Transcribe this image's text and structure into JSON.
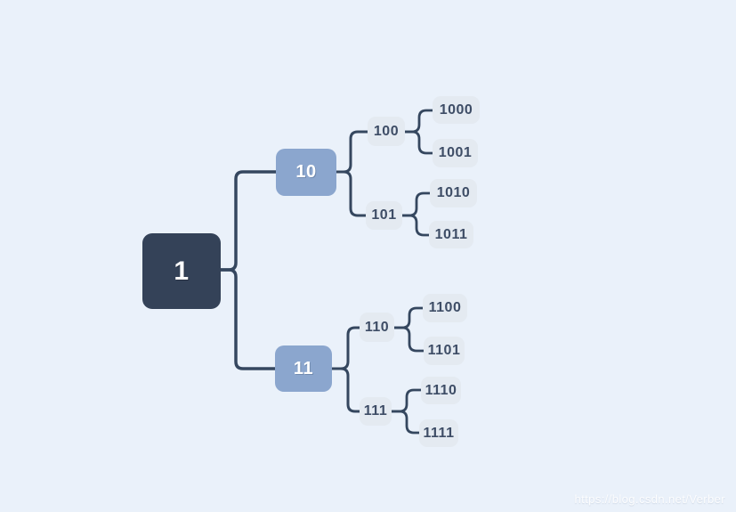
{
  "tree": {
    "label": "1",
    "children": [
      {
        "label": "10",
        "children": [
          {
            "label": "100",
            "children": [
              {
                "label": "1000"
              },
              {
                "label": "1001"
              }
            ]
          },
          {
            "label": "101",
            "children": [
              {
                "label": "1010"
              },
              {
                "label": "1011"
              }
            ]
          }
        ]
      },
      {
        "label": "11",
        "children": [
          {
            "label": "110",
            "children": [
              {
                "label": "1100"
              },
              {
                "label": "1101"
              }
            ]
          },
          {
            "label": "111",
            "children": [
              {
                "label": "1110"
              },
              {
                "label": "1111"
              }
            ]
          }
        ]
      }
    ]
  },
  "watermark": {
    "text": "https://blog.csdn.net/Verber"
  },
  "colors": {
    "background": "#eaf1fa",
    "root_node_fill": "#344258",
    "branch_node_fill": "#8ba6ce",
    "leaf_node_fill": "#e4eaf1",
    "connector": "#35475f",
    "node_text_dark": "#3e4d66",
    "node_text_light": "#ffffff"
  }
}
